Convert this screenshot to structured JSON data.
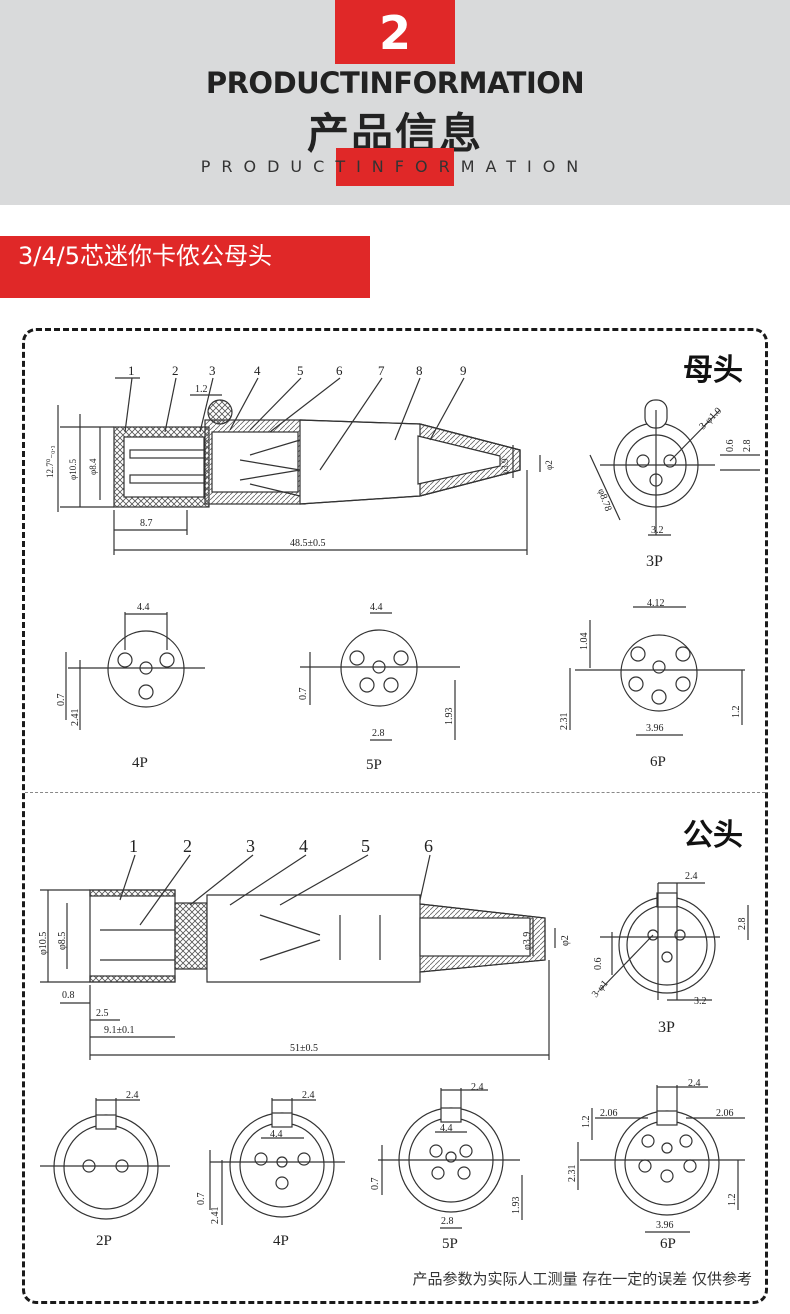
{
  "header": {
    "step_number": "2",
    "title_en": "PRODUCTINFORMATION",
    "title_cn": "产品信息",
    "title_spaced": "PRODUCTINFORMATION"
  },
  "product_label": "3/4/5芯迷你卡侬公母头",
  "female": {
    "title": "母头",
    "callouts": [
      "1",
      "2",
      "3",
      "4",
      "5",
      "6",
      "7",
      "8",
      "9"
    ],
    "dims": {
      "d1_2": "1.2",
      "d12_7": "12.7⁰₋₀.₃",
      "phi10_5": "φ10.5",
      "phi8_4": "φ8.4",
      "d8_7": "8.7",
      "d48_5": "48.5±0.5",
      "phi3_9": "φ3.9",
      "phi2": "φ2",
      "pin3": "3-φ1.0",
      "d0_6": "0.6",
      "d2_8": "2.8",
      "phi8_78": "φ8.78",
      "d3_2": "3.2",
      "d4_4": "4.4",
      "d0_7": "0.7",
      "d2_41": "2.41",
      "d1_93": "1.93",
      "d2_8b": "2.8",
      "d4_12": "4.12",
      "d1_04": "1.04",
      "d2_31": "2.31",
      "d1_2b": "1.2",
      "d3_96": "3.96"
    },
    "views": [
      "3P",
      "4P",
      "5P",
      "6P"
    ]
  },
  "male": {
    "title": "公头",
    "callouts": [
      "1",
      "2",
      "3",
      "4",
      "5",
      "6"
    ],
    "dims": {
      "phi10_5": "φ10.5",
      "phi8_5": "φ8.5",
      "d0_8": "0.8",
      "d2_5": "2.5",
      "d9_1": "9.1±0.1",
      "d51": "51±0.5",
      "phi3_9": "φ3.9",
      "phi2": "φ2",
      "d2_4": "2.4",
      "d2_8": "2.8",
      "d0_6": "0.6",
      "pin3": "3-φ1",
      "d3_2": "3.2",
      "d4_4": "4.4",
      "d0_7": "0.7",
      "d2_41": "2.41",
      "d1_93": "1.93",
      "d2_8b": "2.8",
      "d2_06": "2.06",
      "d1_2": "1.2",
      "d2_31": "2.31",
      "d3_96": "3.96"
    },
    "views": [
      "3P",
      "2P",
      "4P",
      "5P",
      "6P"
    ]
  },
  "footer_note": "产品参数为实际人工测量 存在一定的误差 仅供参考",
  "colors": {
    "accent": "#e02828",
    "header_bg": "#d9dadb",
    "line": "#333333"
  }
}
